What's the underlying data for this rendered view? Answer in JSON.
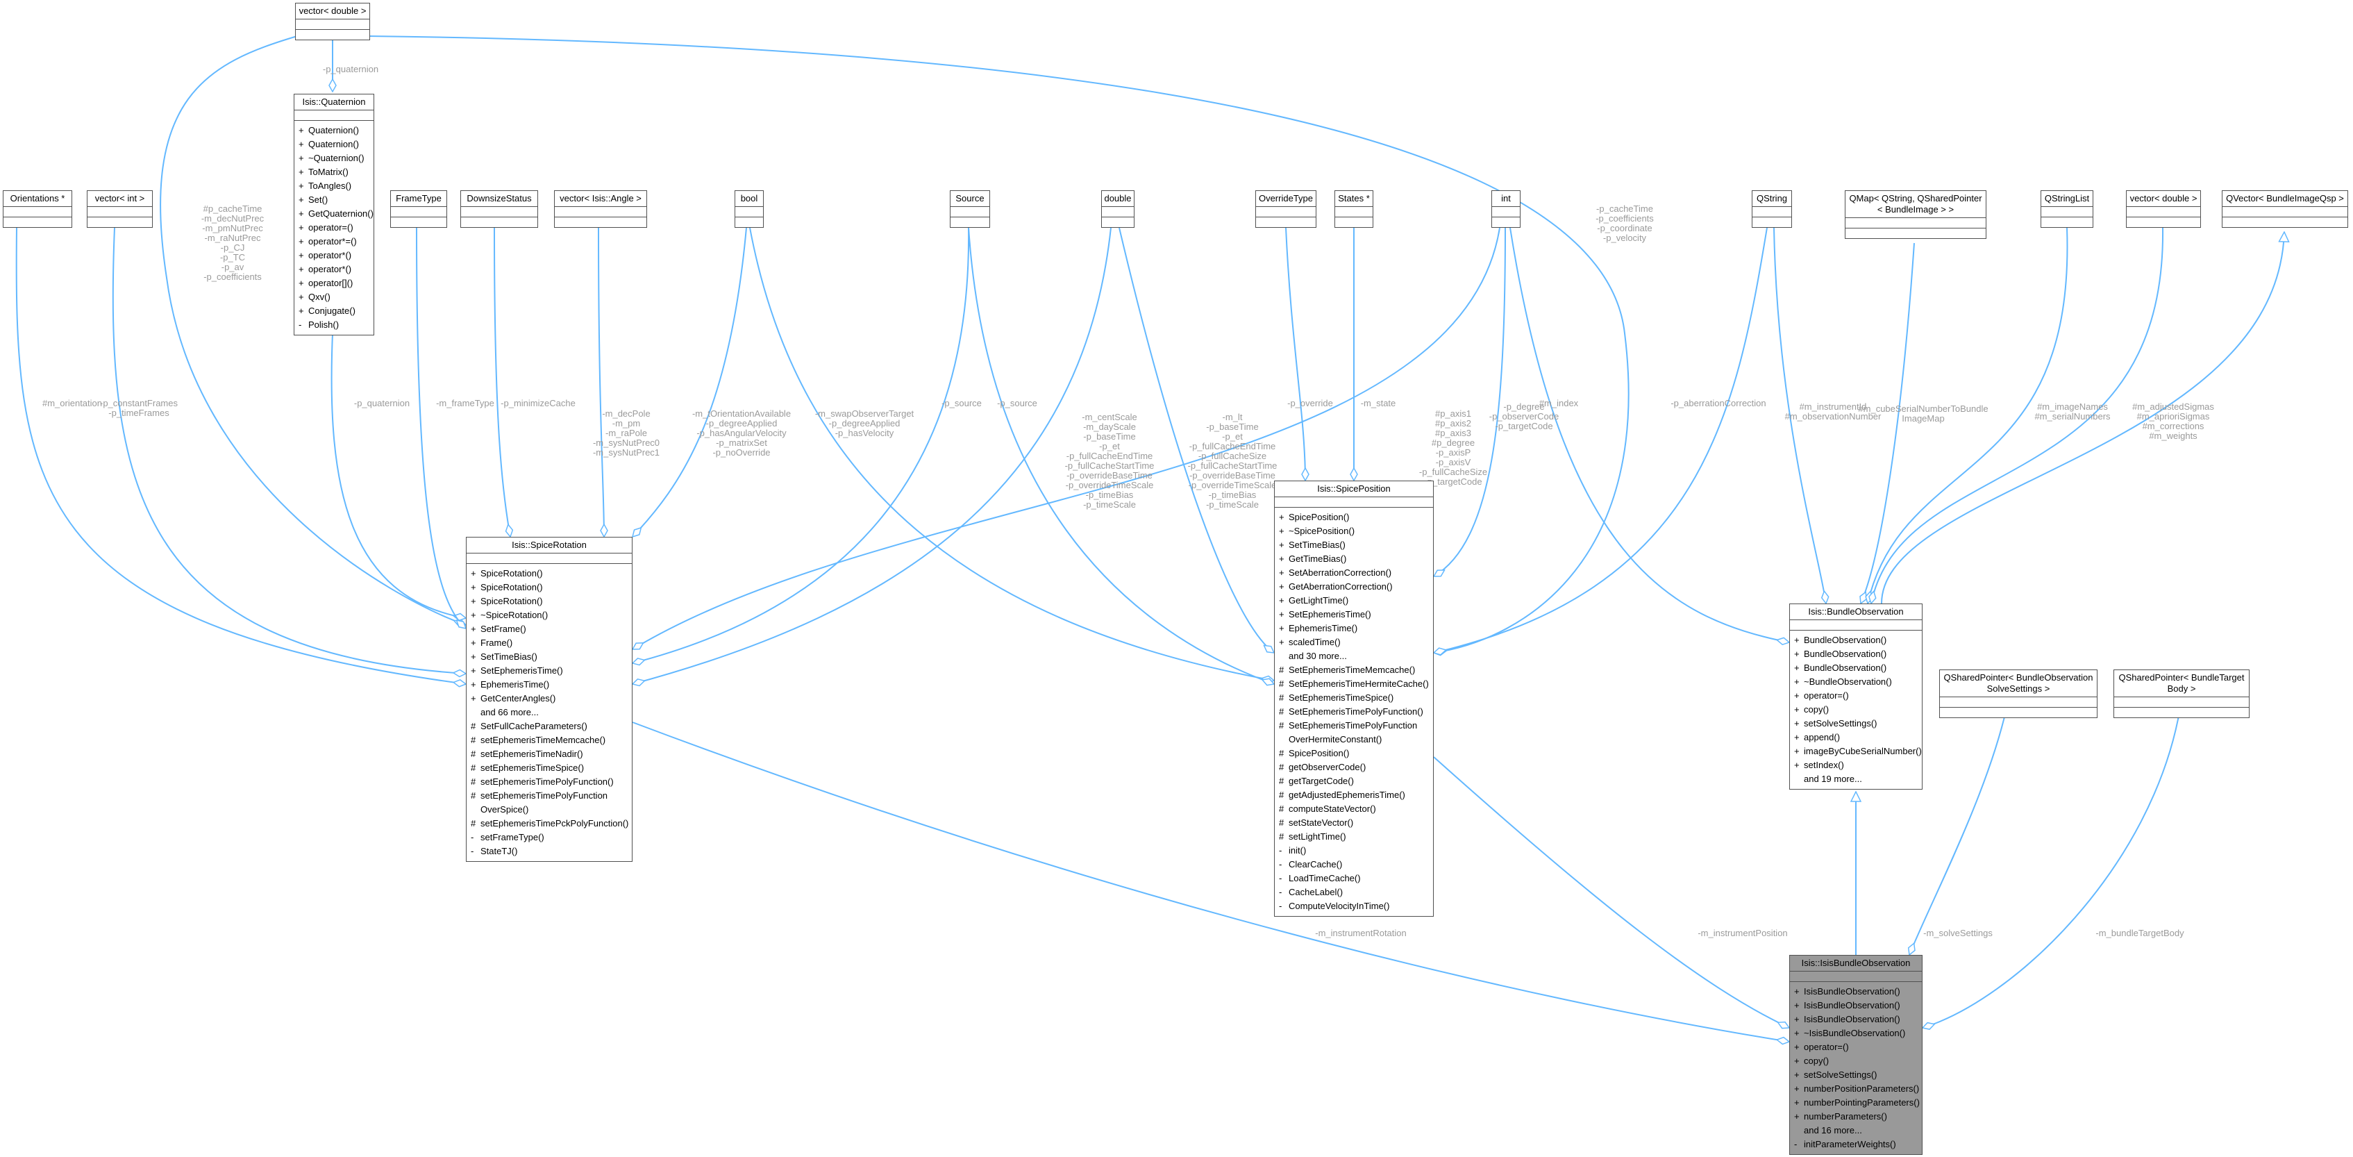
{
  "nodes": [
    {
      "id": "vec_double_top",
      "title": "vector< double >",
      "members": []
    },
    {
      "id": "quaternion",
      "title": "Isis::Quaternion",
      "members": [
        {
          "v": "+",
          "t": "Quaternion()"
        },
        {
          "v": "+",
          "t": "Quaternion()"
        },
        {
          "v": "+",
          "t": "~Quaternion()"
        },
        {
          "v": "+",
          "t": "ToMatrix()"
        },
        {
          "v": "+",
          "t": "ToAngles()"
        },
        {
          "v": "+",
          "t": "Set()"
        },
        {
          "v": "+",
          "t": "GetQuaternion()"
        },
        {
          "v": "+",
          "t": "operator=()"
        },
        {
          "v": "+",
          "t": "operator*=()"
        },
        {
          "v": "+",
          "t": "operator*()"
        },
        {
          "v": "+",
          "t": "operator*()"
        },
        {
          "v": "+",
          "t": "operator[]()"
        },
        {
          "v": "+",
          "t": "Qxv()"
        },
        {
          "v": "+",
          "t": "Conjugate()"
        },
        {
          "v": "-",
          "t": "Polish()"
        }
      ]
    },
    {
      "id": "orientations",
      "title": "Orientations *",
      "members": []
    },
    {
      "id": "vec_int",
      "title": "vector< int >",
      "members": []
    },
    {
      "id": "frametype",
      "title": "FrameType",
      "members": []
    },
    {
      "id": "downsize",
      "title": "DownsizeStatus",
      "members": []
    },
    {
      "id": "vec_angle",
      "title": "vector< Isis::Angle >",
      "members": []
    },
    {
      "id": "bool",
      "title": "bool",
      "members": []
    },
    {
      "id": "source",
      "title": "Source",
      "members": []
    },
    {
      "id": "double",
      "title": "double",
      "members": []
    },
    {
      "id": "overridetype",
      "title": "OverrideType",
      "members": []
    },
    {
      "id": "states",
      "title": "States *",
      "members": []
    },
    {
      "id": "int",
      "title": "int",
      "members": []
    },
    {
      "id": "qstring",
      "title": "QString",
      "members": []
    },
    {
      "id": "qmap",
      "title": "QMap< QString, QSharedPointer\n< BundleImage > >",
      "members": []
    },
    {
      "id": "qstringlist",
      "title": "QStringList",
      "members": []
    },
    {
      "id": "vec_double_r",
      "title": "vector< double >",
      "members": []
    },
    {
      "id": "qvector",
      "title": "QVector< BundleImageQsp >",
      "members": []
    },
    {
      "id": "spicerotation",
      "title": "Isis::SpiceRotation",
      "members": [
        {
          "v": "+",
          "t": "SpiceRotation()"
        },
        {
          "v": "+",
          "t": "SpiceRotation()"
        },
        {
          "v": "+",
          "t": "SpiceRotation()"
        },
        {
          "v": "+",
          "t": "~SpiceRotation()"
        },
        {
          "v": "+",
          "t": "SetFrame()"
        },
        {
          "v": "+",
          "t": "Frame()"
        },
        {
          "v": "+",
          "t": "SetTimeBias()"
        },
        {
          "v": "+",
          "t": "SetEphemerisTime()"
        },
        {
          "v": "+",
          "t": "EphemerisTime()"
        },
        {
          "v": "+",
          "t": "GetCenterAngles()"
        },
        {
          "v": "",
          "t": "and 66 more..."
        },
        {
          "v": "#",
          "t": "SetFullCacheParameters()"
        },
        {
          "v": "#",
          "t": "setEphemerisTimeMemcache()"
        },
        {
          "v": "#",
          "t": "setEphemerisTimeNadir()"
        },
        {
          "v": "#",
          "t": "setEphemerisTimeSpice()"
        },
        {
          "v": "#",
          "t": "setEphemerisTimePolyFunction()"
        },
        {
          "v": "#",
          "t": "setEphemerisTimePolyFunction\nOverSpice()"
        },
        {
          "v": "#",
          "t": "setEphemerisTimePckPolyFunction()"
        },
        {
          "v": "-",
          "t": "setFrameType()"
        },
        {
          "v": "-",
          "t": "StateTJ()"
        }
      ]
    },
    {
      "id": "spiceposition",
      "title": "Isis::SpicePosition",
      "members": [
        {
          "v": "+",
          "t": "SpicePosition()"
        },
        {
          "v": "+",
          "t": "~SpicePosition()"
        },
        {
          "v": "+",
          "t": "SetTimeBias()"
        },
        {
          "v": "+",
          "t": "GetTimeBias()"
        },
        {
          "v": "+",
          "t": "SetAberrationCorrection()"
        },
        {
          "v": "+",
          "t": "GetAberrationCorrection()"
        },
        {
          "v": "+",
          "t": "GetLightTime()"
        },
        {
          "v": "+",
          "t": "SetEphemerisTime()"
        },
        {
          "v": "+",
          "t": "EphemerisTime()"
        },
        {
          "v": "+",
          "t": "scaledTime()"
        },
        {
          "v": "",
          "t": "and 30 more..."
        },
        {
          "v": "#",
          "t": "SetEphemerisTimeMemcache()"
        },
        {
          "v": "#",
          "t": "SetEphemerisTimeHermiteCache()"
        },
        {
          "v": "#",
          "t": "SetEphemerisTimeSpice()"
        },
        {
          "v": "#",
          "t": "SetEphemerisTimePolyFunction()"
        },
        {
          "v": "#",
          "t": "SetEphemerisTimePolyFunction\nOverHermiteConstant()"
        },
        {
          "v": "#",
          "t": "SpicePosition()"
        },
        {
          "v": "#",
          "t": "getObserverCode()"
        },
        {
          "v": "#",
          "t": "getTargetCode()"
        },
        {
          "v": "#",
          "t": "getAdjustedEphemerisTime()"
        },
        {
          "v": "#",
          "t": "computeStateVector()"
        },
        {
          "v": "#",
          "t": "setStateVector()"
        },
        {
          "v": "#",
          "t": "setLightTime()"
        },
        {
          "v": "-",
          "t": "init()"
        },
        {
          "v": "-",
          "t": "ClearCache()"
        },
        {
          "v": "-",
          "t": "LoadTimeCache()"
        },
        {
          "v": "-",
          "t": "CacheLabel()"
        },
        {
          "v": "-",
          "t": "ComputeVelocityInTime()"
        }
      ]
    },
    {
      "id": "bundleobs",
      "title": "Isis::BundleObservation",
      "members": [
        {
          "v": "+",
          "t": "BundleObservation()"
        },
        {
          "v": "+",
          "t": "BundleObservation()"
        },
        {
          "v": "+",
          "t": "BundleObservation()"
        },
        {
          "v": "+",
          "t": "~BundleObservation()"
        },
        {
          "v": "+",
          "t": "operator=()"
        },
        {
          "v": "+",
          "t": "copy()"
        },
        {
          "v": "+",
          "t": "setSolveSettings()"
        },
        {
          "v": "+",
          "t": "append()"
        },
        {
          "v": "+",
          "t": "imageByCubeSerialNumber()"
        },
        {
          "v": "+",
          "t": "setIndex()"
        },
        {
          "v": "",
          "t": "and 19 more..."
        }
      ]
    },
    {
      "id": "qsp_solve",
      "title": "QSharedPointer< BundleObservation\nSolveSettings >",
      "members": []
    },
    {
      "id": "qsp_target",
      "title": "QSharedPointer< BundleTarget\nBody >",
      "members": []
    },
    {
      "id": "isisbundleobs",
      "title": "Isis::IsisBundleObservation",
      "members": [
        {
          "v": "+",
          "t": "IsisBundleObservation()"
        },
        {
          "v": "+",
          "t": "IsisBundleObservation()"
        },
        {
          "v": "+",
          "t": "IsisBundleObservation()"
        },
        {
          "v": "+",
          "t": "~IsisBundleObservation()"
        },
        {
          "v": "+",
          "t": "operator=()"
        },
        {
          "v": "+",
          "t": "copy()"
        },
        {
          "v": "+",
          "t": "setSolveSettings()"
        },
        {
          "v": "+",
          "t": "numberPositionParameters()"
        },
        {
          "v": "+",
          "t": "numberPointingParameters()"
        },
        {
          "v": "+",
          "t": "numberParameters()"
        },
        {
          "v": "",
          "t": "and 16 more..."
        },
        {
          "v": "-",
          "t": "initParameterWeights()"
        }
      ]
    }
  ],
  "edges": [
    {
      "id": "e_quat",
      "from": "vec_double_top",
      "to": "quaternion",
      "label": "-p_quaternion"
    },
    {
      "id": "e_vd_rot",
      "from": "vec_double_top",
      "to": "spicerotation",
      "label": "#p_cacheTime\n-m_decNutPrec\n-m_pmNutPrec\n-m_raNutPrec\n-p_CJ\n-p_TC\n-p_av\n-p_coefficients"
    },
    {
      "id": "e_vd_pos",
      "from": "vec_double_top",
      "to": "spiceposition",
      "label": "-p_cacheTime\n-p_coefficients\n-p_coordinate\n-p_velocity"
    },
    {
      "id": "e_orient",
      "from": "orientations",
      "to": "spicerotation",
      "label": "#m_orientation"
    },
    {
      "id": "e_vint",
      "from": "vec_int",
      "to": "spicerotation",
      "label": "-p_constantFrames\n-p_timeFrames"
    },
    {
      "id": "e_quat_rot",
      "from": "quaternion",
      "to": "spicerotation",
      "label": "-p_quaternion"
    },
    {
      "id": "e_frame",
      "from": "frametype",
      "to": "spicerotation",
      "label": "-m_frameType"
    },
    {
      "id": "e_down",
      "from": "downsize",
      "to": "spicerotation",
      "label": "-p_minimizeCache"
    },
    {
      "id": "e_angle",
      "from": "vec_angle",
      "to": "spicerotation",
      "label": "-m_decPole\n-m_pm\n-m_raPole\n-m_sysNutPrec0\n-m_sysNutPrec1"
    },
    {
      "id": "e_bool_rot",
      "from": "bool",
      "to": "spicerotation",
      "label": "-m_tOrientationAvailable\n-p_degreeApplied\n-p_hasAngularVelocity\n-p_matrixSet\n-p_noOverride"
    },
    {
      "id": "e_bool_pos",
      "from": "bool",
      "to": "spiceposition",
      "label": "-m_swapObserverTarget\n-p_degreeApplied\n-p_hasVelocity"
    },
    {
      "id": "e_src_rot",
      "from": "source",
      "to": "spicerotation",
      "label": "-p_source"
    },
    {
      "id": "e_src_pos",
      "from": "source",
      "to": "spiceposition",
      "label": "-p_source"
    },
    {
      "id": "e_dbl_rot",
      "from": "double",
      "to": "spicerotation",
      "label": "-m_centScale\n-m_dayScale\n-p_baseTime\n-p_et\n-p_fullCacheEndTime\n-p_fullCacheStartTime\n-p_overrideBaseTime\n-p_overrideTimeScale\n-p_timeBias\n-p_timeScale"
    },
    {
      "id": "e_dbl_pos",
      "from": "double",
      "to": "spiceposition",
      "label": "-m_lt\n-p_baseTime\n-p_et\n-p_fullCacheEndTime\n-p_fullCacheSize\n-p_fullCacheStartTime\n-p_overrideBaseTime\n-p_overrideTimeScale\n-p_timeBias\n-p_timeScale"
    },
    {
      "id": "e_over",
      "from": "overridetype",
      "to": "spiceposition",
      "label": "-p_override"
    },
    {
      "id": "e_states",
      "from": "states",
      "to": "spiceposition",
      "label": "-m_state"
    },
    {
      "id": "e_int_rot",
      "from": "int",
      "to": "spicerotation",
      "label": "#p_axis1\n#p_axis2\n#p_axis3\n#p_degree\n-p_axisP\n-p_axisV\n-p_fullCacheSize\n-p_targetCode"
    },
    {
      "id": "e_int_pos",
      "from": "int",
      "to": "spiceposition",
      "label": "-p_degree\n-p_observerCode\n-p_targetCode"
    },
    {
      "id": "e_int_bo",
      "from": "int",
      "to": "bundleobs",
      "label": "#m_index"
    },
    {
      "id": "e_qs_pos",
      "from": "qstring",
      "to": "spiceposition",
      "label": "-p_aberrationCorrection"
    },
    {
      "id": "e_qs_bo",
      "from": "qstring",
      "to": "bundleobs",
      "label": "#m_instrumentId\n#m_observationNumber"
    },
    {
      "id": "e_qmap",
      "from": "qmap",
      "to": "bundleobs",
      "label": "#m_cubeSerialNumberToBundle\nImageMap"
    },
    {
      "id": "e_qsl",
      "from": "qstringlist",
      "to": "bundleobs",
      "label": "#m_imageNames\n#m_serialNumbers"
    },
    {
      "id": "e_vdr",
      "from": "vec_double_r",
      "to": "bundleobs",
      "label": "#m_adjustedSigmas\n#m_aprioriSigmas\n#m_corrections\n#m_weights"
    },
    {
      "id": "e_qvec",
      "from": "qvector",
      "to": "bundleobs",
      "label": ""
    },
    {
      "id": "e_rot_ibo",
      "from": "spicerotation",
      "to": "isisbundleobs",
      "label": "-m_instrumentRotation"
    },
    {
      "id": "e_pos_ibo",
      "from": "spiceposition",
      "to": "isisbundleobs",
      "label": "-m_instrumentPosition"
    },
    {
      "id": "e_bo_ibo",
      "from": "bundleobs",
      "to": "isisbundleobs",
      "label": ""
    },
    {
      "id": "e_solve",
      "from": "qsp_solve",
      "to": "isisbundleobs",
      "label": "-m_solveSettings"
    },
    {
      "id": "e_target",
      "from": "qsp_target",
      "to": "isisbundleobs",
      "label": "-m_bundleTargetBody"
    }
  ],
  "colors": {
    "edge": "#63b8ff",
    "label": "#9a9a9a",
    "border": "#505050",
    "focus_fill": "#999999"
  }
}
